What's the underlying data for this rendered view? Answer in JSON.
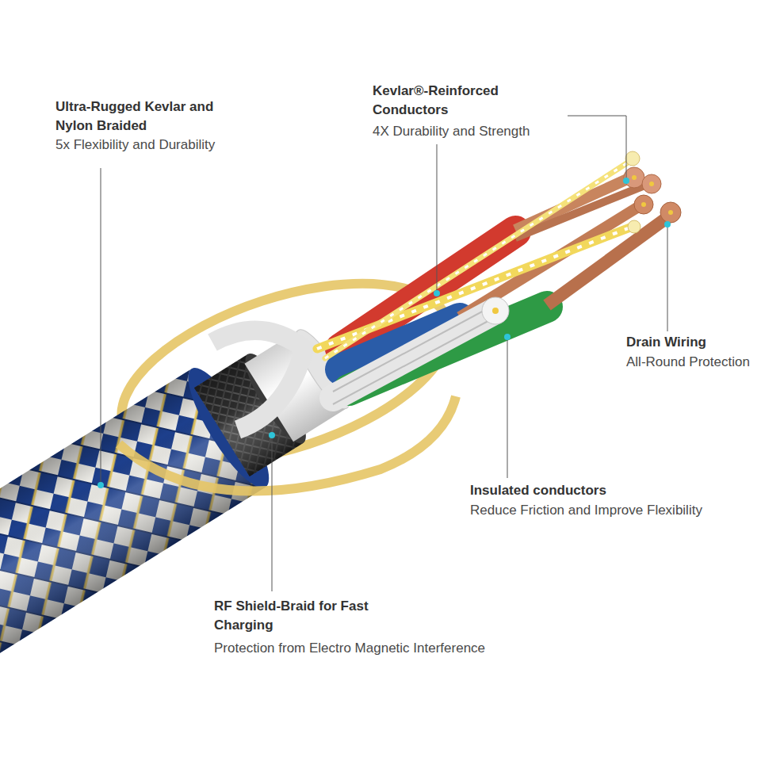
{
  "diagram": {
    "labels": [
      "Ultra-Rugged Kevlar and Nylon Braided",
      "5x Flexibility and Durability",
      "Kevlar®-Reinforced Conductors",
      "4X Durability and Strength",
      "Drain Wiring",
      "All-Round Protection",
      "Insulated conductors",
      "Reduce Friction and Improve Flexibility",
      "RF Shield-Braid for Fast Charging",
      "Protection from Electro Magnetic Interference"
    ]
  }
}
